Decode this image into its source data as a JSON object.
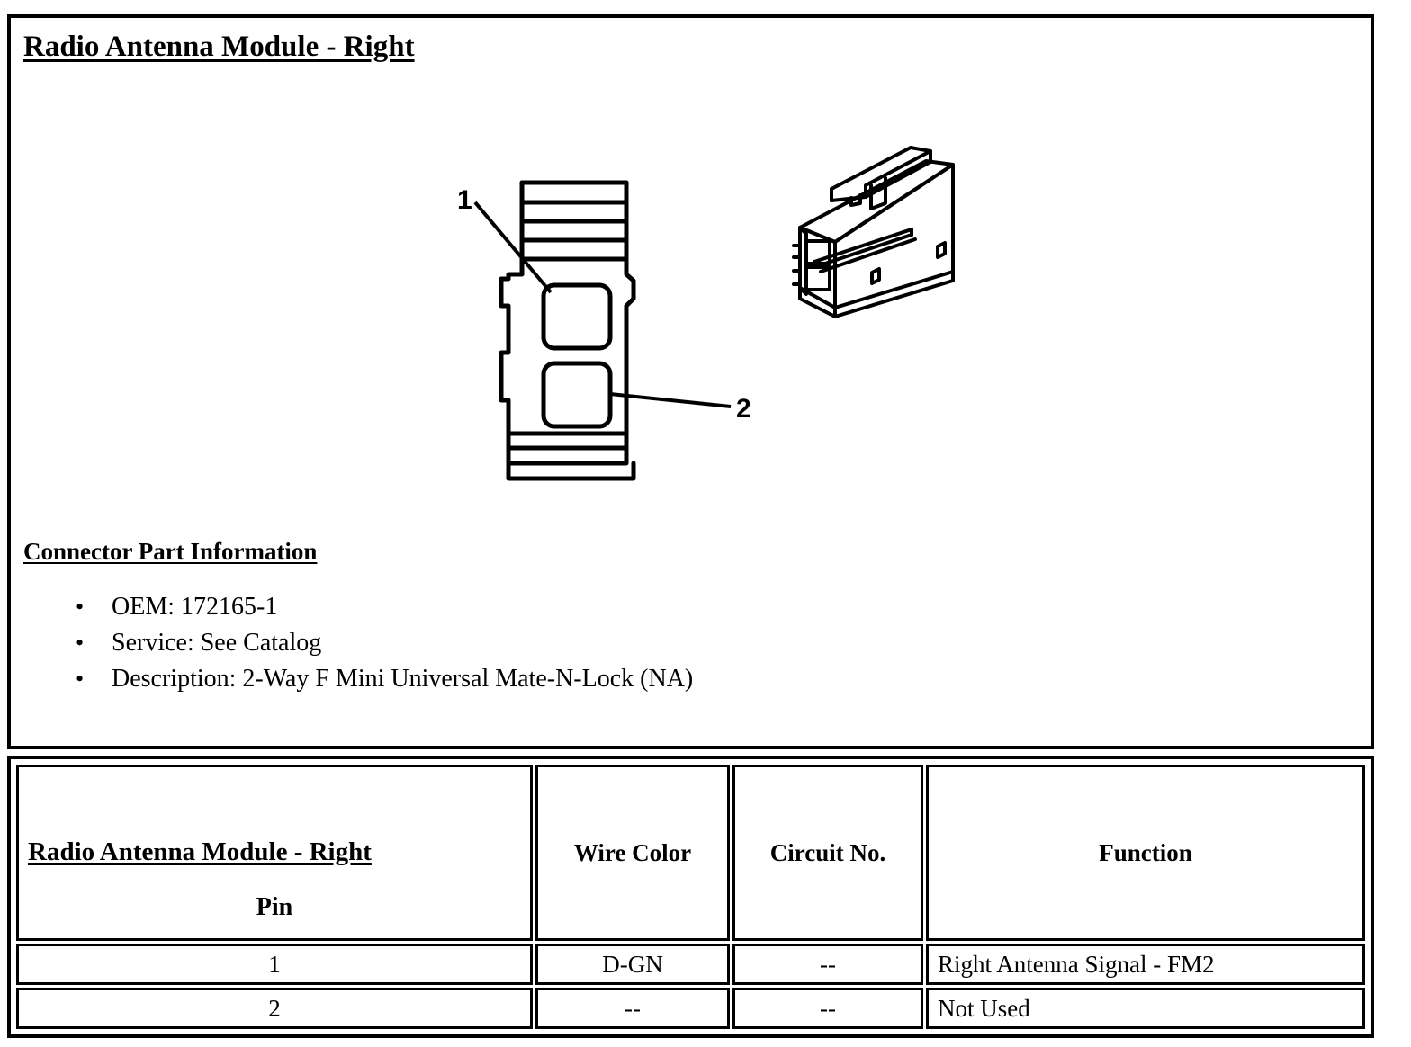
{
  "page": {
    "title": "Radio Antenna Module - Right"
  },
  "diagram": {
    "callouts": [
      {
        "label": "1",
        "target": "pin-cavity-upper"
      },
      {
        "label": "2",
        "target": "pin-cavity-lower"
      }
    ],
    "views": [
      {
        "name": "connector-face-view"
      },
      {
        "name": "connector-isometric-view"
      }
    ]
  },
  "part_info": {
    "heading": "Connector Part Information",
    "bullet_glyph": "•",
    "items": [
      "OEM: 172165-1",
      "Service: See Catalog",
      "Description: 2-Way F Mini Universal Mate-N-Lock (NA)"
    ]
  },
  "pinout": {
    "headers": {
      "connector_name": "Radio Antenna Module - Right",
      "pin": "Pin",
      "wire_color": "Wire Color",
      "circuit_no": "Circuit No.",
      "function": "Function"
    },
    "rows": [
      {
        "pin": "1",
        "wire_color": "D-GN",
        "circuit_no": "--",
        "function": "Right Antenna Signal - FM2"
      },
      {
        "pin": "2",
        "wire_color": "--",
        "circuit_no": "--",
        "function": "Not Used"
      }
    ]
  },
  "colors": {
    "ink": "#000000",
    "paper": "#ffffff"
  }
}
